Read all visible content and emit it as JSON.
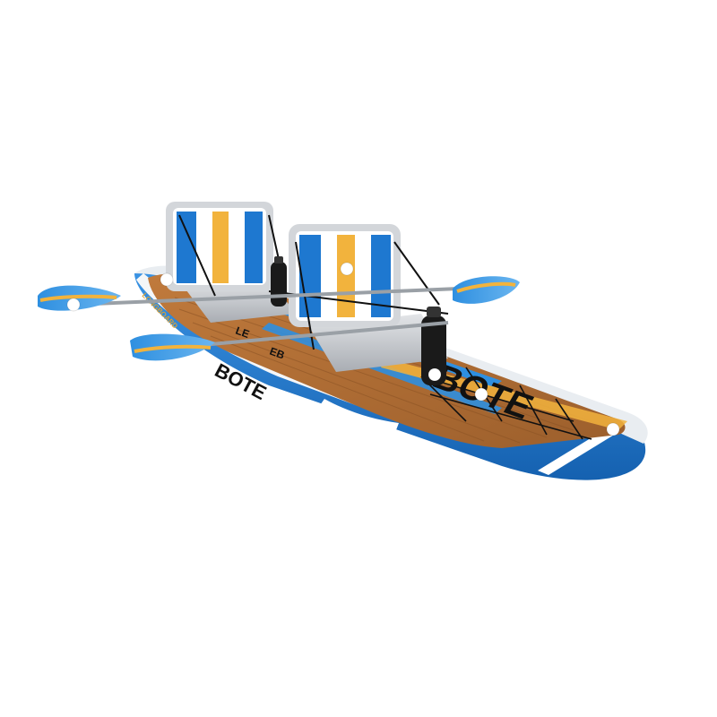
{
  "product": {
    "brand_mark": "BOTE",
    "side_text": "LONGBOARD",
    "deck_text": "LE",
    "deck_text_2": "EB"
  },
  "colors": {
    "hull_blue": "#1e78d0",
    "hull_white": "#f4f6f8",
    "deck_wood": "#b26e35",
    "seat_grey": "#c9ccd0",
    "accent_yellow": "#f2b33d",
    "paddle_blue": "#2e8fe0",
    "strap_black": "#111111"
  },
  "hotspots": [
    {
      "name": "left-paddle-blade"
    },
    {
      "name": "rear-seat-side"
    },
    {
      "name": "front-seat-back"
    },
    {
      "name": "water-bottle"
    },
    {
      "name": "deck-bungee"
    },
    {
      "name": "bow-handle"
    }
  ]
}
